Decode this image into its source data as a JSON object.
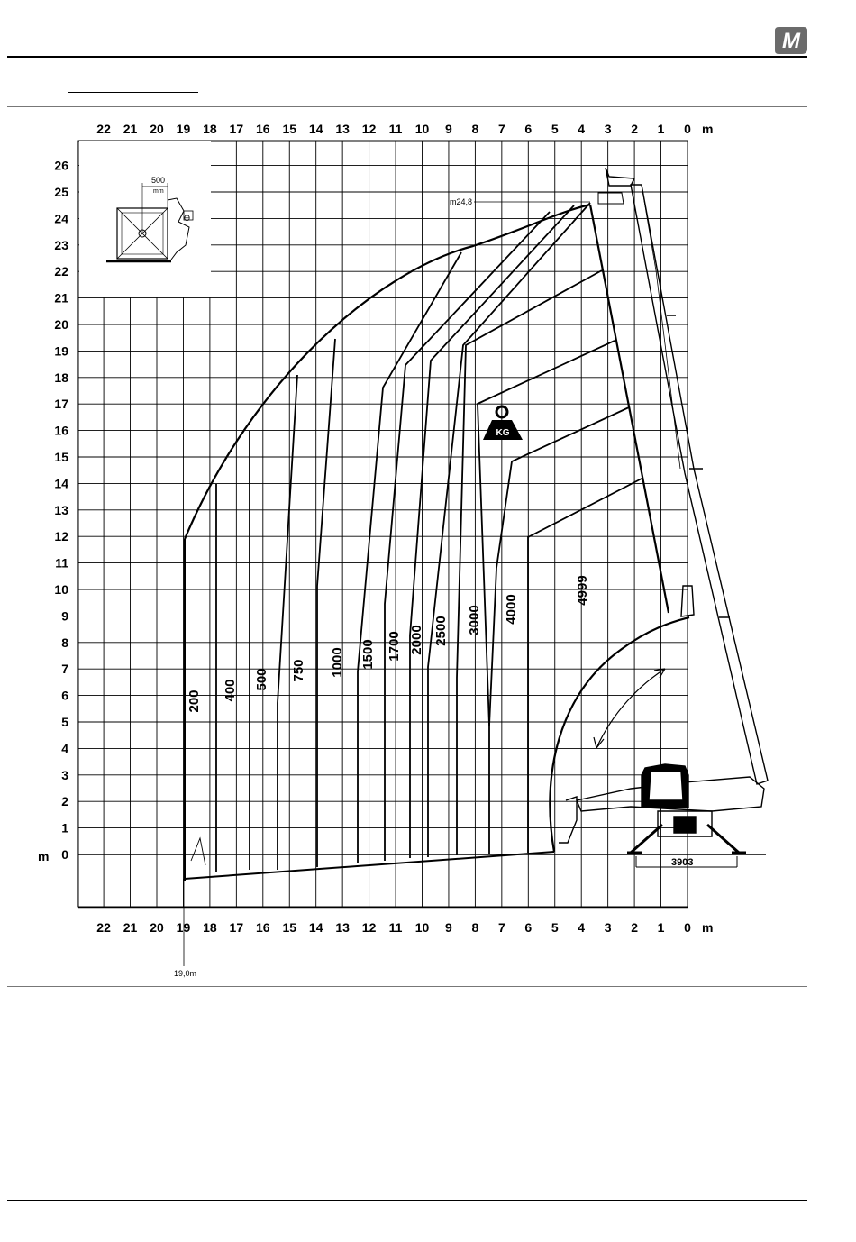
{
  "header": {
    "logo_letter": "M"
  },
  "chart_data": {
    "type": "load-chart",
    "x_axis": {
      "unit": "m",
      "ticks": [
        22,
        21,
        20,
        19,
        18,
        17,
        16,
        15,
        14,
        13,
        12,
        11,
        10,
        9,
        8,
        7,
        6,
        5,
        4,
        3,
        2,
        1,
        0
      ],
      "range": [
        23,
        0
      ]
    },
    "y_axis": {
      "unit": "m",
      "ticks": [
        0,
        1,
        2,
        3,
        4,
        5,
        6,
        7,
        8,
        9,
        10,
        11,
        12,
        13,
        14,
        15,
        16,
        17,
        18,
        19,
        20,
        21,
        22,
        23,
        24,
        25,
        26
      ],
      "range": [
        -2,
        26.5
      ]
    },
    "annotations": {
      "max_height": "m24,8",
      "max_outreach": "19,0m",
      "stabilizer_width": "3903",
      "basket_width": "500",
      "basket_unit": "mm",
      "load_icon_text": "KG"
    },
    "load_zones": [
      {
        "label": "200",
        "outreach": [
          19.0,
          11.9
        ]
      },
      {
        "label": "400",
        "outreach": [
          17.9,
          14.0
        ]
      },
      {
        "label": "500",
        "outreach": [
          16.6,
          16.0
        ]
      },
      {
        "label": "750",
        "outreach": [
          14.9,
          18.1
        ]
      },
      {
        "label": "1000",
        "outreach": [
          13.5,
          19.5
        ]
      },
      {
        "label": "1500",
        "outreach": [
          11.4,
          17.7
        ]
      },
      {
        "label": "1700",
        "outreach": [
          10.5,
          18.4
        ]
      },
      {
        "label": "2000",
        "outreach": [
          9.6,
          18.6
        ]
      },
      {
        "label": "2500",
        "outreach": [
          8.4,
          19.2
        ]
      },
      {
        "label": "3000",
        "outreach": [
          7.1,
          17.0
        ]
      },
      {
        "label": "4000",
        "outreach": [
          5.9,
          14.8
        ]
      },
      {
        "label": "4999",
        "outreach": [
          5.0,
          11.9
        ]
      }
    ]
  }
}
